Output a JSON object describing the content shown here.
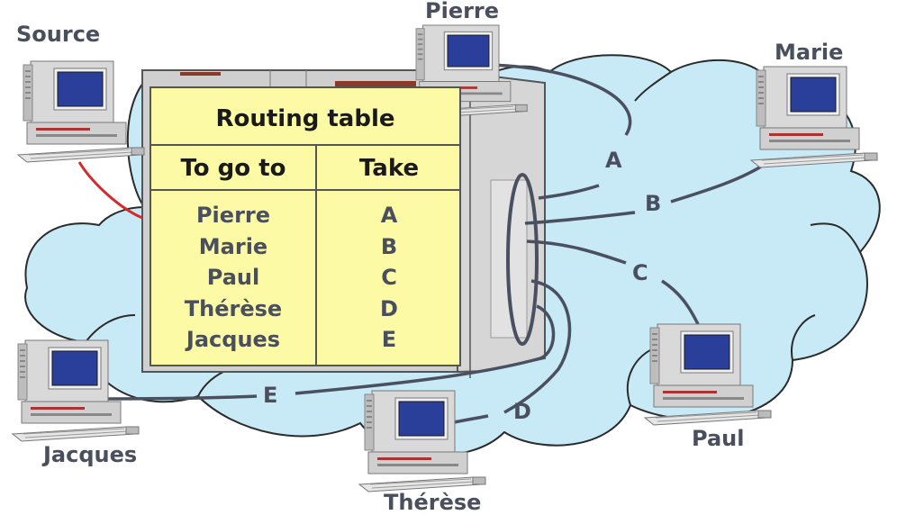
{
  "nodes": {
    "source": "Source",
    "pierre": "Pierre",
    "marie": "Marie",
    "paul": "Paul",
    "therese": "Thérèse",
    "jacques": "Jacques"
  },
  "links": [
    "A",
    "B",
    "C",
    "D",
    "E"
  ],
  "routing_table": {
    "title": "Routing table",
    "col_destination": "To go to",
    "col_route": "Take",
    "rows": [
      {
        "dest": "Pierre",
        "route": "A"
      },
      {
        "dest": "Marie",
        "route": "B"
      },
      {
        "dest": "Paul",
        "route": "C"
      },
      {
        "dest": "Thérèse",
        "route": "D"
      },
      {
        "dest": "Jacques",
        "route": "E"
      }
    ]
  },
  "colors": {
    "cloud": "#c8e9f6",
    "cloud_outline": "#2b2b2b",
    "link": "#4a5060",
    "source_link": "#d42a2a",
    "table_bg": "#fdfaa6",
    "screen": "#2a3f9a"
  }
}
